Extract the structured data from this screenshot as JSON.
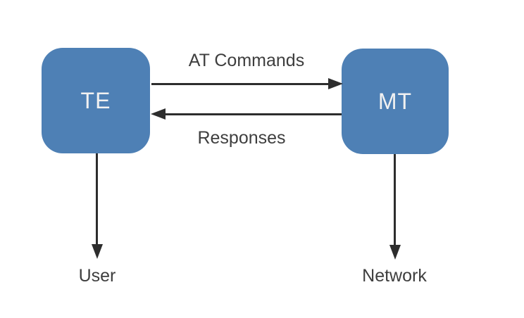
{
  "diagram": {
    "title": "TE-MT AT command interface diagram",
    "colors": {
      "background": "#ffffff",
      "node_fill": "#4e80b5",
      "node_text": "#f1f1f1",
      "arrow": "#2d2d2d",
      "label_text": "#3e3e3e"
    },
    "nodes": {
      "te": {
        "label": "TE"
      },
      "mt": {
        "label": "MT"
      }
    },
    "edges": {
      "at_commands": {
        "label": "AT Commands",
        "from": "TE",
        "to": "MT",
        "direction": "right"
      },
      "responses": {
        "label": "Responses",
        "from": "MT",
        "to": "TE",
        "direction": "left"
      },
      "te_to_user": {
        "from": "TE",
        "to": "User",
        "direction": "down"
      },
      "mt_to_network": {
        "from": "MT",
        "to": "Network",
        "direction": "down"
      }
    },
    "endpoints": {
      "user": {
        "label": "User"
      },
      "network": {
        "label": "Network"
      }
    }
  }
}
